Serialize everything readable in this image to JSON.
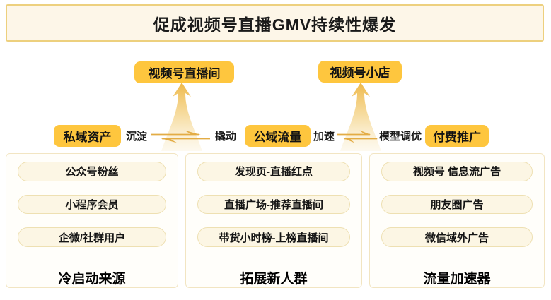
{
  "title": {
    "text": "促成视频号直播GMV持续性爆发"
  },
  "top_nodes": [
    {
      "label": "视频号直播间"
    },
    {
      "label": "视频号小店"
    }
  ],
  "flow": {
    "private_label": "私域资产",
    "settle_label": "沉淀",
    "leverage_label": "撬动",
    "public_label": "公域流量",
    "accelerate_label": "加速",
    "model_tuning_label": "模型调优",
    "paid_label": "付费推广"
  },
  "columns": [
    {
      "items": [
        "公众号粉丝",
        "小程序会员",
        "企微/社群用户"
      ],
      "footer": "冷启动来源"
    },
    {
      "items": [
        "发现页-直播红点",
        "直播广场-推荐直播间",
        "带货小时榜-上榜直播间"
      ],
      "footer": "拓展新人群"
    },
    {
      "items": [
        "视频号 信息流广告",
        "朋友圈广告",
        "微信域外广告"
      ],
      "footer": "流量加速器"
    }
  ],
  "colors": {
    "accent_yellow": "#FEC63E",
    "banner_bg": "#FDF6E8",
    "banner_border": "#EDD07E",
    "pill_bg": "#FCF6E4",
    "pill_border": "#EEE0B2",
    "arrow_gold": "#E3AC45",
    "plume_gold": "#EEB848"
  }
}
